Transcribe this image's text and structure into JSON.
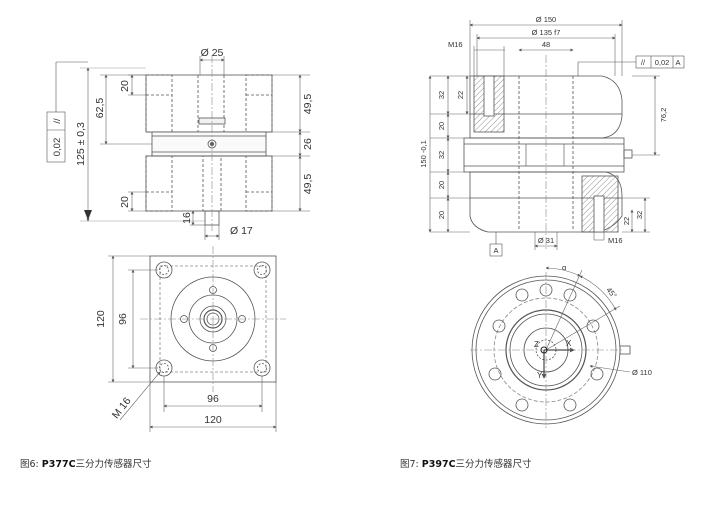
{
  "left": {
    "side": {
      "dim_top_dia": "Ø 25",
      "dim_bottom_dia": "Ø 17",
      "dim_right_top": "49,5",
      "dim_right_mid": "26",
      "dim_right_bot": "49,5",
      "dim_left_total": "125 ± 0,3",
      "dim_left_half": "62,5",
      "dim_top_20": "20",
      "dim_bot_20": "20",
      "dim_16": "16",
      "tolerance": "0,02"
    },
    "plan": {
      "dim_outer_v": "120",
      "dim_inner_v": "96",
      "dim_inner_h": "96",
      "dim_outer_h": "120",
      "dim_thread": "M 16"
    },
    "caption": {
      "prefix": "图6:",
      "model": "P377C",
      "suffix": "三分力传感器尺寸"
    }
  },
  "right": {
    "side": {
      "dim_dia150": "Ø 150",
      "dim_dia135": "Ø 135 f7",
      "dim_48": "48",
      "dim_m16_top": "M16",
      "dim_m16_bot": "M16",
      "dim_32a": "32",
      "dim_22a": "22",
      "dim_20a": "20",
      "dim_32b": "32",
      "dim_20b": "20",
      "dim_20c": "20",
      "dim_150h": "150 -0,1",
      "dim_762": "76,2",
      "dim_dia31": "Ø 31",
      "dim_22b": "22",
      "dim_32c": "32",
      "datum": "A",
      "datum_ref": "A",
      "tolerance": "0,02"
    },
    "plan": {
      "dim_angle_a": "α",
      "dim_45": "45°",
      "dim_dia110": "Ø 110",
      "axis_x": "X",
      "axis_y": "Y",
      "axis_z": "Z"
    },
    "caption": {
      "prefix": "图7:",
      "model": "P397C",
      "suffix": "三分力传感器尺寸"
    }
  }
}
